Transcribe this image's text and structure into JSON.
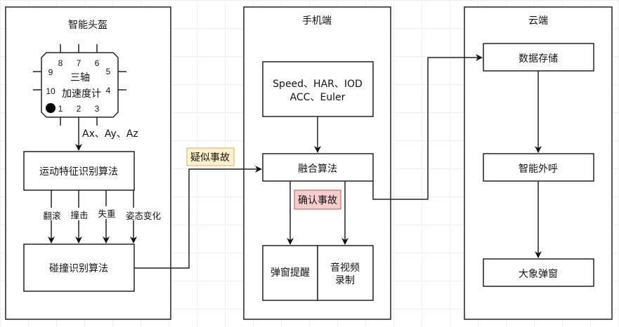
{
  "panels": {
    "helmet": {
      "title": "智能头盔",
      "chip": {
        "line1": "三轴",
        "line2": "加速度计",
        "pins": [
          "1",
          "2",
          "3",
          "4",
          "5",
          "6",
          "7",
          "8",
          "9",
          "10"
        ]
      },
      "chip_output_label": "Ax、Ay、Az",
      "motion_algo": "运动特征识别算法",
      "features": [
        "翻滚",
        "撞击",
        "失重",
        "姿态变化"
      ],
      "collision_algo": "碰撞识别算法"
    },
    "phone": {
      "title": "手机端",
      "inputs_line1": "Speed、HAR、IOD",
      "inputs_line2": "ACC、Euler",
      "fusion_algo": "融合算法",
      "confirm_label": "确认事故",
      "popup_alert": "弹窗提醒",
      "av_record_line1": "音视频",
      "av_record_line2": "录制"
    },
    "cloud": {
      "title": "云端",
      "storage": "数据存储",
      "smart_call": "智能外呼",
      "popup": "大象弹窗"
    }
  },
  "edge_labels": {
    "suspected": "疑似事故"
  },
  "colors": {
    "suspected_bg": "#fff2cc",
    "suspected_border": "#d6b656",
    "confirm_bg": "#f8cecc",
    "confirm_border": "#b85450",
    "stroke": "#222222"
  }
}
